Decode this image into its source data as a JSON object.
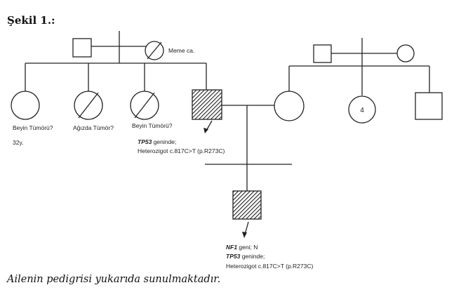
{
  "title": "Şekil 1.:",
  "caption": "Ailenin pedigrisi yukarıda sunulmaktadır.",
  "labels": {
    "grandmother": "Meme ca.",
    "aunt1": "Beyin Tümörü?",
    "aunt1_age": "32y.",
    "aunt2": "Ağızda Tümör?",
    "aunt3": "Beyin Tümörü?",
    "father_gene": "TP53",
    "father_gene_rest": " geninde;",
    "father_variant": "Heterozigot c.817C>T (p.R273C)",
    "mother_sibling_count": "4",
    "proband_gene1": "NF1",
    "proband_gene1_rest": " geni; N",
    "proband_gene2": "TP53",
    "proband_gene2_rest": " geninde;",
    "proband_variant": "Heterozigot c.817C>T (p.R273C)"
  }
}
